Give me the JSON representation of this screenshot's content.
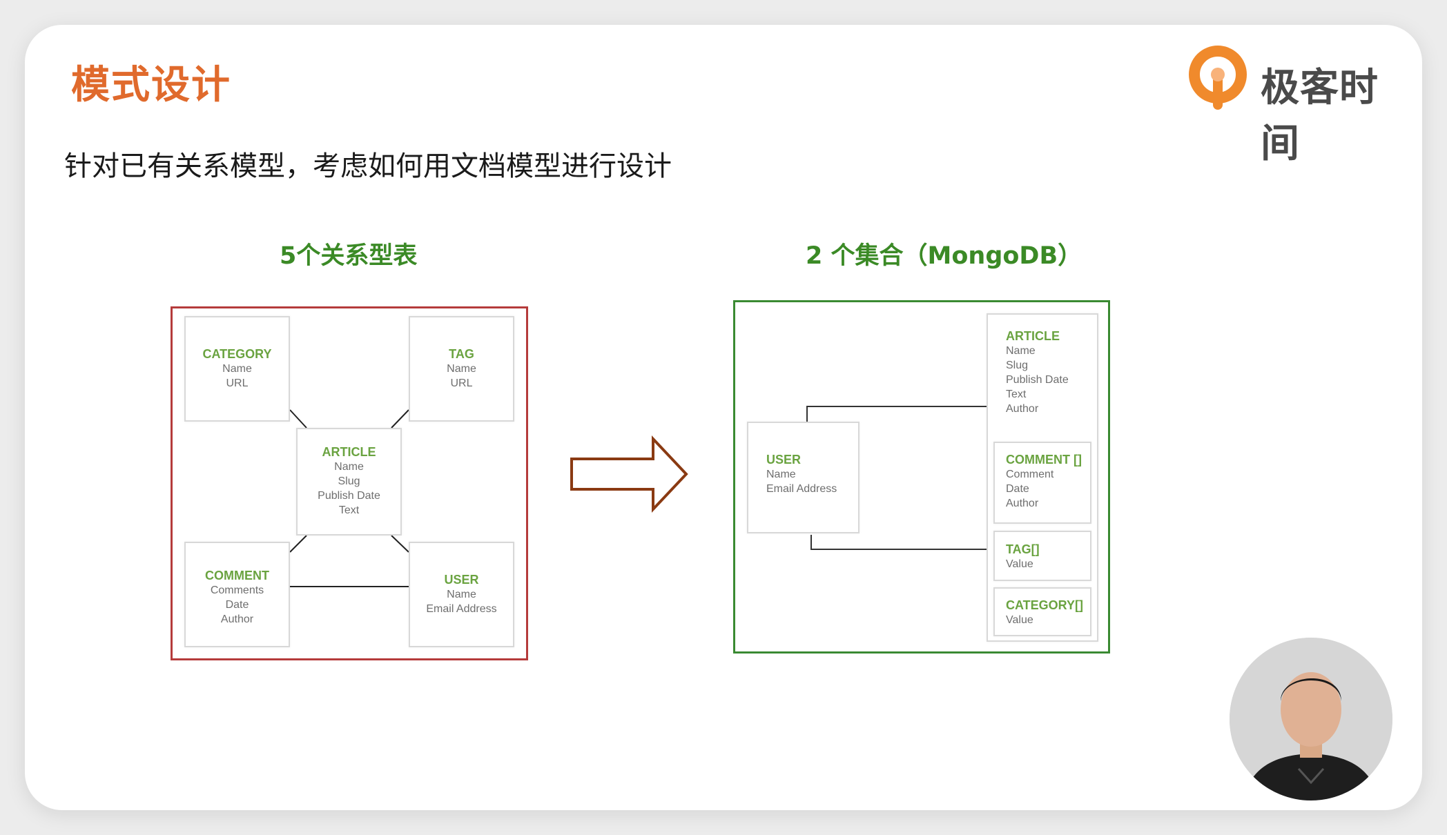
{
  "slide": {
    "title": "模式设计",
    "subtitle": "针对已有关系模型，考虑如何用文档模型进行设计",
    "brand": {
      "text": "极客时间",
      "accent": "#f08a2c"
    }
  },
  "left": {
    "title": "5个关系型表",
    "boxes": {
      "category": {
        "label": "CATEGORY",
        "fields": [
          "Name",
          "URL"
        ]
      },
      "tag": {
        "label": "TAG",
        "fields": [
          "Name",
          "URL"
        ]
      },
      "article": {
        "label": "ARTICLE",
        "fields": [
          "Name",
          "Slug",
          "Publish Date",
          "Text"
        ]
      },
      "comment": {
        "label": "COMMENT",
        "fields": [
          "Comments",
          "Date",
          "Author"
        ]
      },
      "user": {
        "label": "USER",
        "fields": [
          "Name",
          "Email Address"
        ]
      }
    },
    "border_color": "#b53b3b"
  },
  "right": {
    "title": "2 个集合（MongoDB）",
    "boxes": {
      "user": {
        "label": "USER",
        "fields": [
          "Name",
          "Email Address"
        ]
      },
      "article": {
        "label": "ARTICLE",
        "fields": [
          "Name",
          "Slug",
          "Publish Date",
          "Text",
          "Author"
        ]
      },
      "comment": {
        "label": "COMMENT []",
        "fields": [
          "Comment",
          "Date",
          "Author"
        ]
      },
      "tag": {
        "label": "TAG[]",
        "fields": [
          "Value"
        ]
      },
      "category": {
        "label": "CATEGORY[]",
        "fields": [
          "Value"
        ]
      }
    },
    "border_color": "#3a8a32"
  },
  "colors": {
    "title": "#e06a2c",
    "section_title": "#3b8a26",
    "box_label": "#6aa340",
    "arrow": "#8a3a12"
  }
}
